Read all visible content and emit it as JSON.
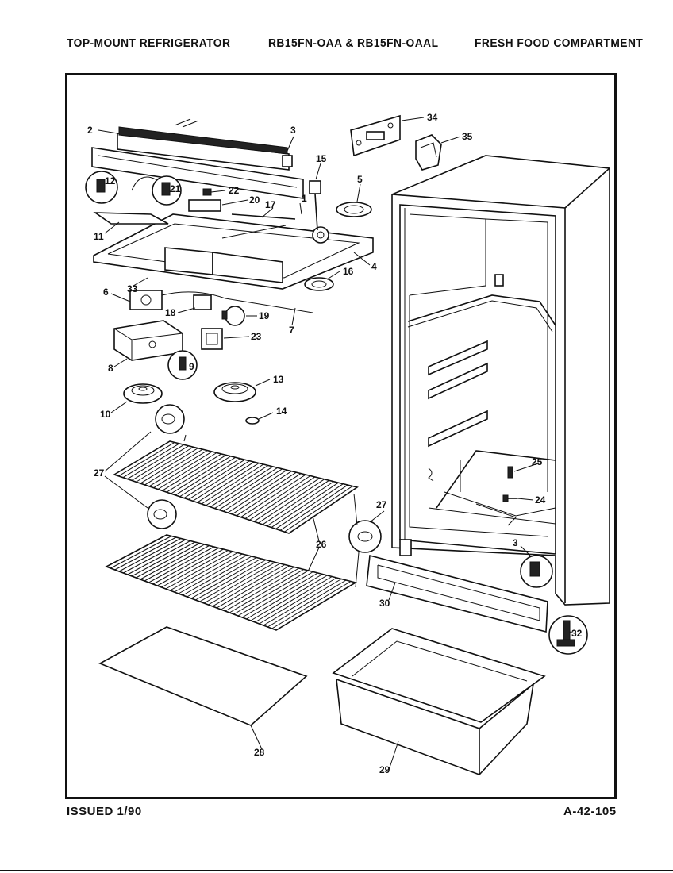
{
  "header": {
    "left": "TOP-MOUNT REFRIGERATOR",
    "center": "RB15FN-OAA & RB15FN-OAAL",
    "right": "FRESH FOOD COMPARTMENT"
  },
  "footer": {
    "issued": "ISSUED 1/90",
    "code": "A-42-105"
  },
  "callouts": [
    {
      "id": "c2",
      "text": "2"
    },
    {
      "id": "c3a",
      "text": "3"
    },
    {
      "id": "c34",
      "text": "34"
    },
    {
      "id": "c35",
      "text": "35"
    },
    {
      "id": "c15",
      "text": "15"
    },
    {
      "id": "c12",
      "text": "12"
    },
    {
      "id": "c21",
      "text": "21"
    },
    {
      "id": "c22",
      "text": "22"
    },
    {
      "id": "c20",
      "text": "20"
    },
    {
      "id": "c17",
      "text": "17"
    },
    {
      "id": "c1",
      "text": "1"
    },
    {
      "id": "c5",
      "text": "5"
    },
    {
      "id": "c11",
      "text": "11"
    },
    {
      "id": "c4",
      "text": "4"
    },
    {
      "id": "c16",
      "text": "16"
    },
    {
      "id": "c33",
      "text": "33"
    },
    {
      "id": "c6",
      "text": "6"
    },
    {
      "id": "c18",
      "text": "18"
    },
    {
      "id": "c19",
      "text": "19"
    },
    {
      "id": "c7",
      "text": "7"
    },
    {
      "id": "c23",
      "text": "23"
    },
    {
      "id": "c8",
      "text": "8"
    },
    {
      "id": "c9",
      "text": "9"
    },
    {
      "id": "c13",
      "text": "13"
    },
    {
      "id": "c10",
      "text": "10"
    },
    {
      "id": "c14",
      "text": "14"
    },
    {
      "id": "c27a",
      "text": "27"
    },
    {
      "id": "c27b",
      "text": "27"
    },
    {
      "id": "c26",
      "text": "26"
    },
    {
      "id": "c25",
      "text": "25"
    },
    {
      "id": "c24",
      "text": "24"
    },
    {
      "id": "c3b",
      "text": "3"
    },
    {
      "id": "c30",
      "text": "30"
    },
    {
      "id": "c32",
      "text": "32"
    },
    {
      "id": "c28",
      "text": "28"
    },
    {
      "id": "c29",
      "text": "29"
    }
  ]
}
